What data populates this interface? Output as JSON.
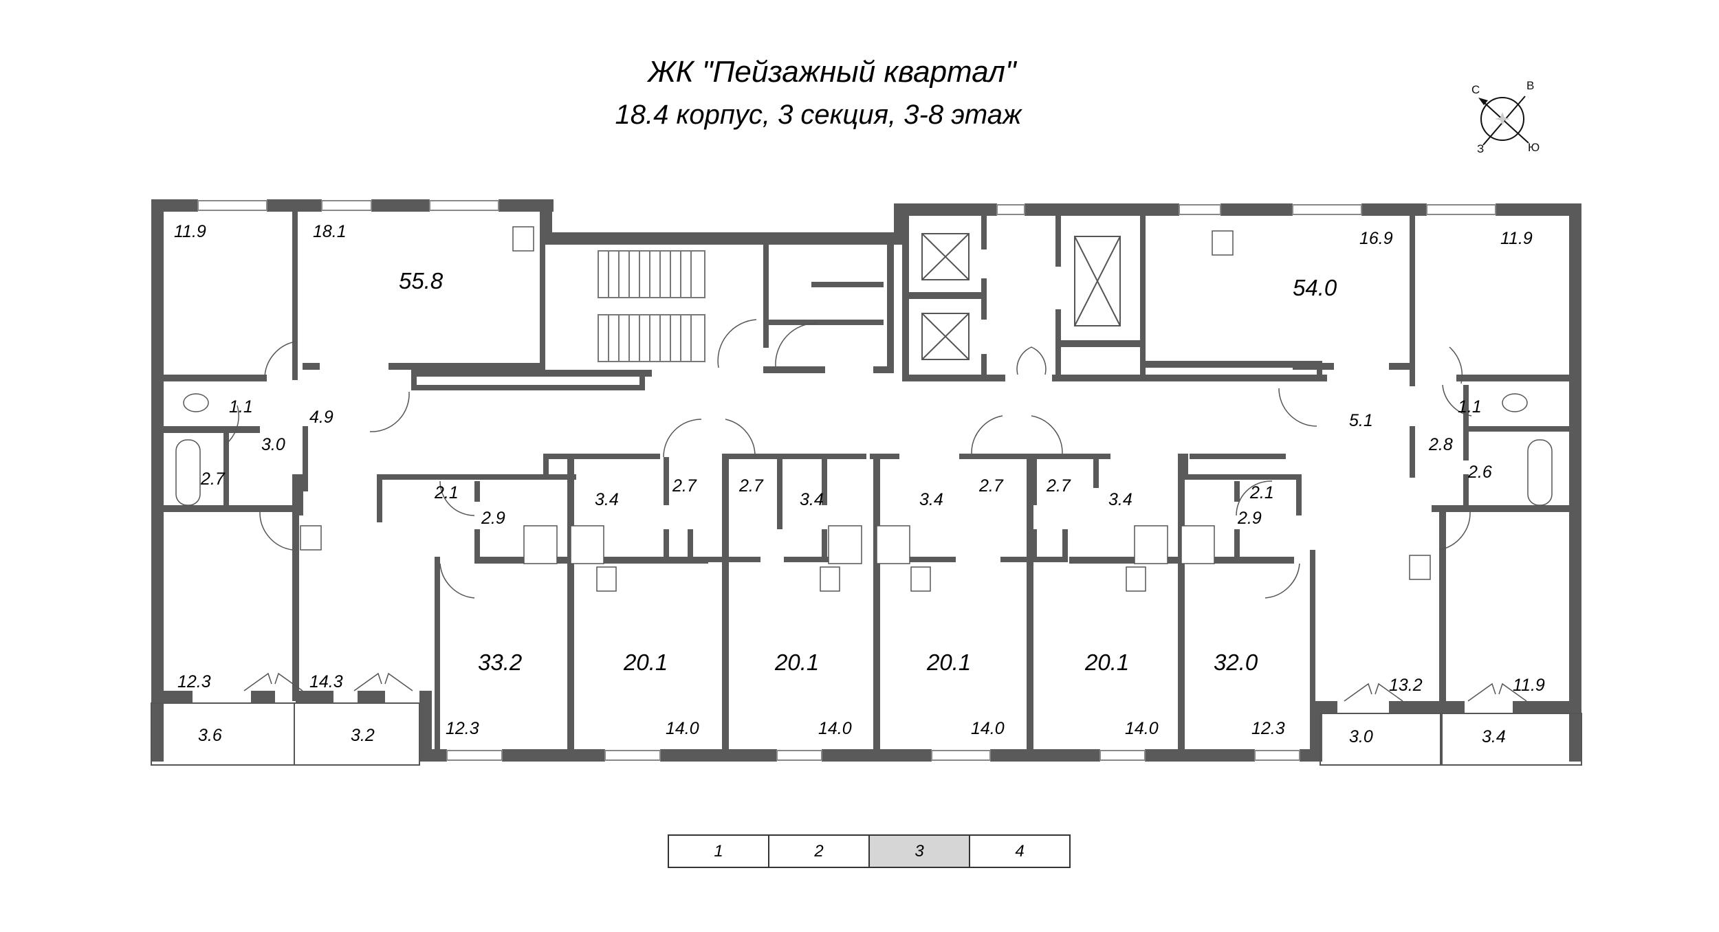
{
  "header": {
    "title": "ЖК \"Пейзажный квартал\"",
    "subtitle": "18.4 корпус, 3 секция, 3-8 этаж"
  },
  "compass": {
    "icon": "compass-rose-icon",
    "north": "С",
    "east": "В",
    "south": "Ю",
    "west": "З"
  },
  "colors": {
    "wall": "#5a5a5a",
    "active_section": "#d6d6d6"
  },
  "floor_plan": {
    "apartments": [
      {
        "id": "apt-top-left",
        "total": "55.8",
        "rooms": [
          "11.9",
          "18.1",
          "4.9",
          "1.1",
          "3.0",
          "2.7"
        ]
      },
      {
        "id": "apt-bottom-left",
        "total": "",
        "rooms": [
          "12.3",
          "14.3",
          "3.6",
          "3.2"
        ]
      },
      {
        "id": "apt-33",
        "total": "33.2",
        "rooms": [
          "2.1",
          "2.9",
          "12.3"
        ]
      },
      {
        "id": "apt-20a",
        "total": "20.1",
        "rooms": [
          "3.4",
          "2.7",
          "14.0"
        ]
      },
      {
        "id": "apt-20b",
        "total": "20.1",
        "rooms": [
          "2.7",
          "3.4",
          "14.0"
        ]
      },
      {
        "id": "apt-20c",
        "total": "20.1",
        "rooms": [
          "3.4",
          "2.7",
          "14.0"
        ]
      },
      {
        "id": "apt-20d",
        "total": "20.1",
        "rooms": [
          "2.7",
          "3.4",
          "14.0"
        ]
      },
      {
        "id": "apt-32",
        "total": "32.0",
        "rooms": [
          "2.9",
          "2.1",
          "12.3"
        ]
      },
      {
        "id": "apt-top-right",
        "total": "54.0",
        "rooms": [
          "16.9",
          "11.9",
          "5.1",
          "1.1",
          "2.8",
          "2.6"
        ]
      },
      {
        "id": "apt-bottom-right",
        "total": "",
        "rooms": [
          "13.2",
          "11.9",
          "3.0",
          "3.4"
        ]
      }
    ],
    "labels": {
      "a_11_9_tl": "11.9",
      "a_18_1": "18.1",
      "a_55_8": "55.8",
      "a_1_1_l": "1.1",
      "a_4_9": "4.9",
      "a_3_0_l": "3.0",
      "a_2_7_l": "2.7",
      "a_2_1_l": "2.1",
      "a_2_9_l": "2.9",
      "a_3_4_1": "3.4",
      "a_2_7_1": "2.7",
      "a_2_7_2": "2.7",
      "a_3_4_2": "3.4",
      "a_3_4_3": "3.4",
      "a_2_7_3": "2.7",
      "a_2_7_4": "2.7",
      "a_3_4_4": "3.4",
      "a_2_9_r": "2.9",
      "a_2_1_r": "2.1",
      "a_16_9": "16.9",
      "a_11_9_tr": "11.9",
      "a_54_0": "54.0",
      "a_5_1": "5.1",
      "a_1_1_r": "1.1",
      "a_2_8": "2.8",
      "a_2_6": "2.6",
      "a_12_3_bl": "12.3",
      "a_14_3": "14.3",
      "a_3_6": "3.6",
      "a_3_2": "3.2",
      "a_33_2": "33.2",
      "a_12_3_b1": "12.3",
      "a_20_1_1": "20.1",
      "a_14_0_1": "14.0",
      "a_20_1_2": "20.1",
      "a_14_0_2": "14.0",
      "a_20_1_3": "20.1",
      "a_14_0_3": "14.0",
      "a_20_1_4": "20.1",
      "a_14_0_4": "14.0",
      "a_32_0": "32.0",
      "a_12_3_b2": "12.3",
      "a_13_2": "13.2",
      "a_11_9_br": "11.9",
      "a_3_0_r": "3.0",
      "a_3_4_r": "3.4"
    }
  },
  "section_selector": {
    "items": [
      {
        "label": "1",
        "active": false
      },
      {
        "label": "2",
        "active": false
      },
      {
        "label": "3",
        "active": true
      },
      {
        "label": "4",
        "active": false
      }
    ]
  }
}
